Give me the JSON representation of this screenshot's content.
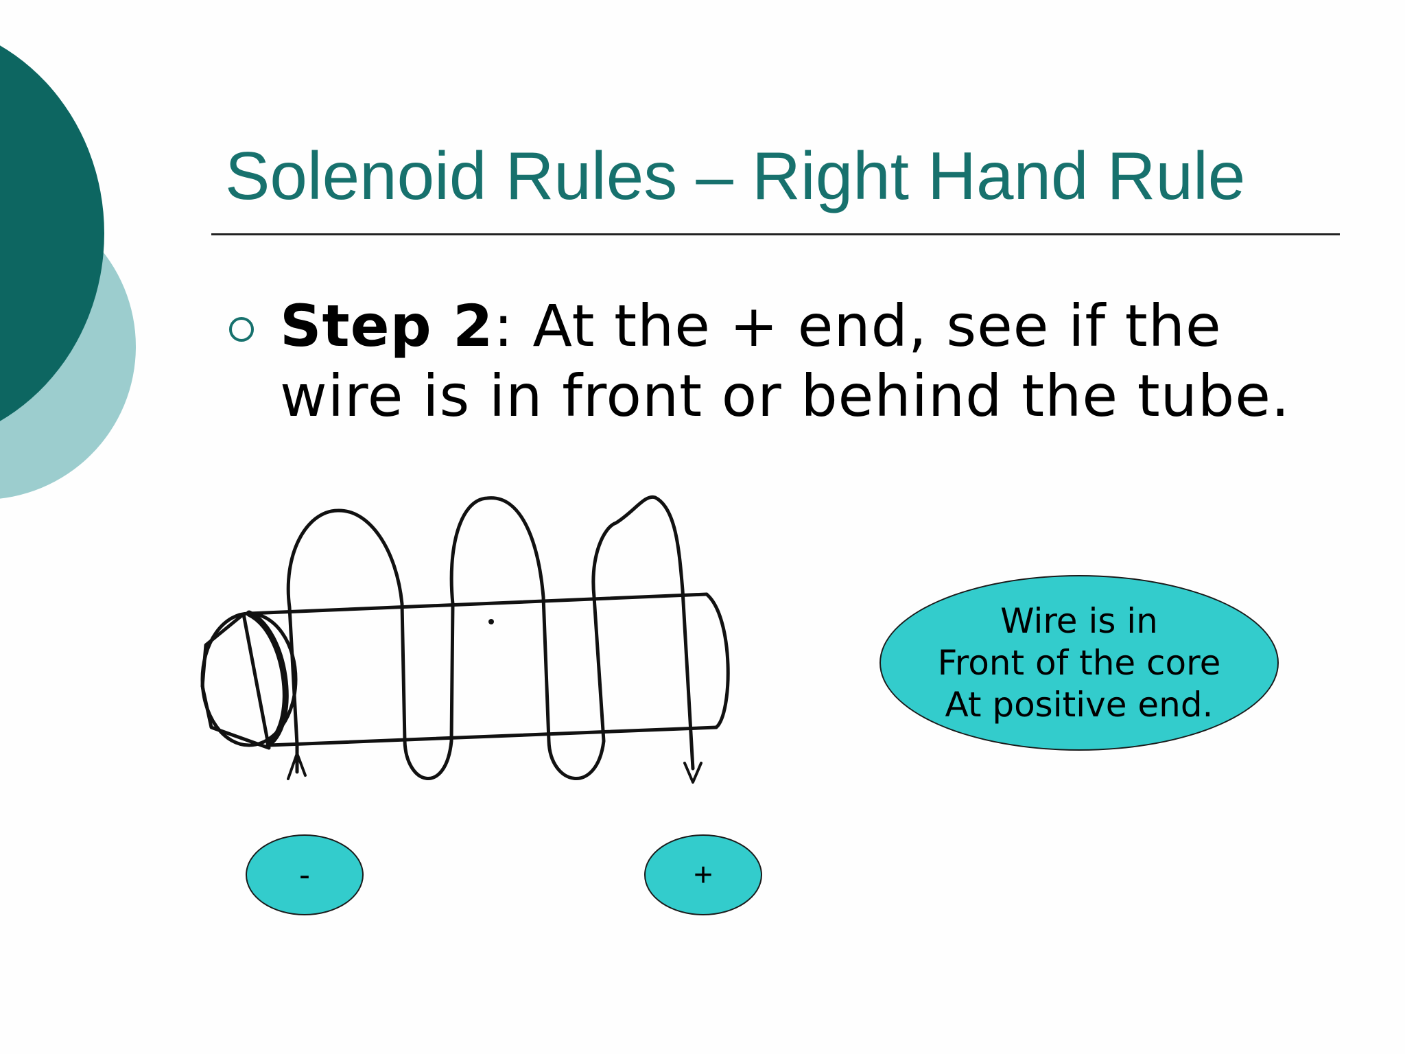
{
  "slide": {
    "title": "Solenoid Rules – Right Hand Rule",
    "bullet": {
      "lead": "Step 2",
      "text": ": At the + end, see if the wire is in front or behind the tube."
    },
    "callout": {
      "lines": [
        "Wire is in",
        "Front of the core",
        "At positive end."
      ]
    },
    "terminals": {
      "negative": "-",
      "positive": "+"
    }
  },
  "colors": {
    "title": "#17716d",
    "decor_dark": "#0d6661",
    "decor_light": "#9ccdce",
    "callout_fill": "#33cccc"
  },
  "icons": {
    "bullet": "hollow-circle-bullet",
    "current_in": "arrow-up-icon",
    "current_out": "arrow-down-icon"
  }
}
